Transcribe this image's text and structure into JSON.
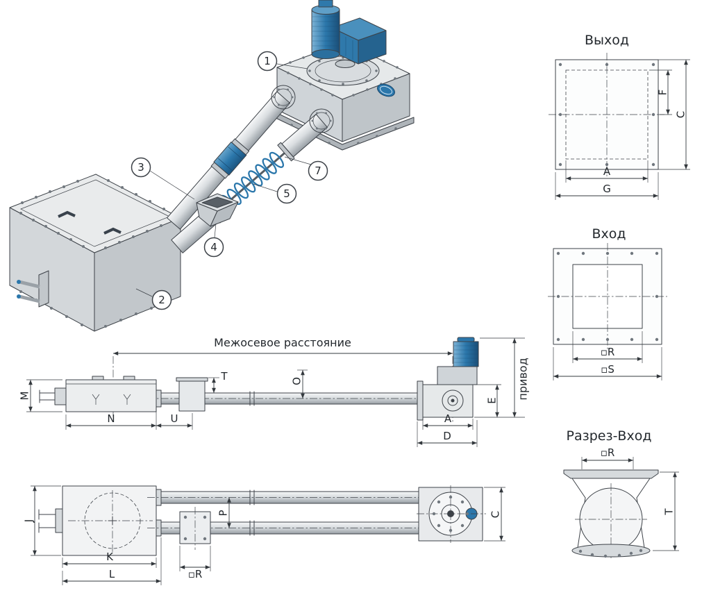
{
  "colors": {
    "accent_blue": "#2b77ab",
    "steel_gray": "#d6dadd",
    "line_color": "#3d4248",
    "background": "#ffffff"
  },
  "callouts": [
    {
      "label": "1"
    },
    {
      "label": "2"
    },
    {
      "label": "3"
    },
    {
      "label": "4"
    },
    {
      "label": "5"
    },
    {
      "label": "7"
    }
  ],
  "outlet_view": {
    "title": "Выход",
    "dims": {
      "f": "F",
      "c": "C",
      "a": "A",
      "g": "G"
    }
  },
  "inlet_view": {
    "title": "Вход",
    "dims": {
      "r": "▫R",
      "s": "▫S"
    }
  },
  "section_view": {
    "title": "Разрез-Вход",
    "dims": {
      "r": "▫R",
      "t": "T"
    }
  },
  "side_view": {
    "center_distance": "Межосевое расстояние",
    "drive": "привод",
    "dims": {
      "m": "M",
      "n": "N",
      "u": "U",
      "t": "T",
      "o": "O",
      "e": "E",
      "a": "A",
      "d": "D"
    }
  },
  "plan_view": {
    "dims": {
      "j": "J",
      "k": "K",
      "l": "L",
      "p": "P",
      "c": "C",
      "r": "▫R"
    }
  }
}
